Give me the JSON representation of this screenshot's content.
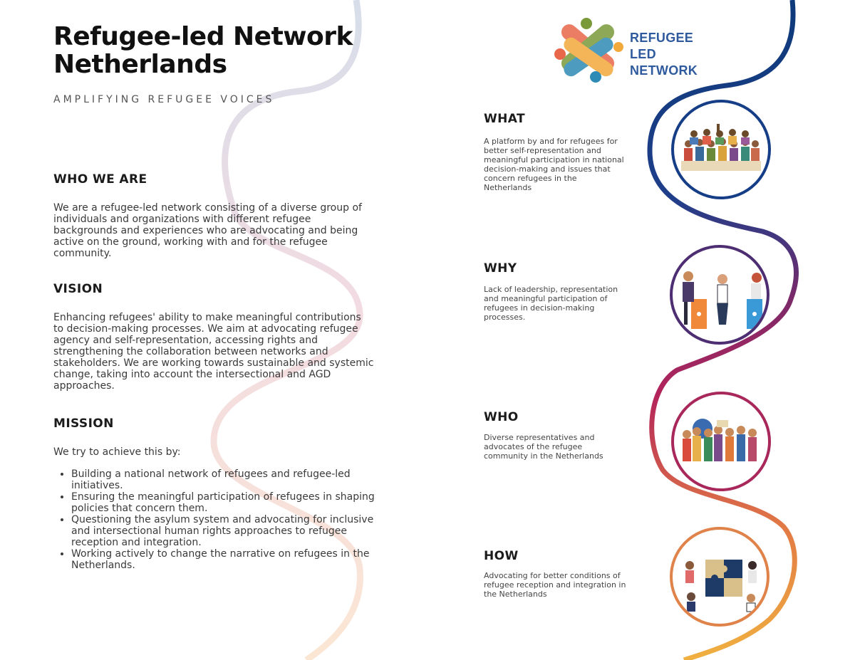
{
  "header": {
    "title_line1": "Refugee-led Network",
    "title_line2": "Netherlands",
    "subtitle": "AMPLIFYING REFUGEE VOICES"
  },
  "who_we_are": {
    "heading": "WHO WE ARE",
    "text": "We are a refugee-led network consisting of a diverse group of individuals and organizations with different refugee backgrounds and experiences who are advocating and being active on the ground, working with and for the refugee community."
  },
  "vision": {
    "heading": "VISION",
    "text": "Enhancing refugees' ability to make meaningful contributions to decision-making processes. We aim at advocating refugee agency and self-representation, accessing rights and strengthening the collaboration between networks and stakeholders. We are working towards sustainable and systemic change, taking into account the intersectional and AGD approaches."
  },
  "mission": {
    "heading": "MISSION",
    "intro": "We try to achieve this by:",
    "items": [
      "Building a national network of refugees and refugee-led initiatives.",
      "Ensuring the meaningful participation of refugees in shaping policies that concern them.",
      "Questioning the asylum system and advocating for inclusive and intersectional human rights approaches to refugee reception and integration.",
      "Working actively to change the narrative on refugees in the Netherlands."
    ]
  },
  "logo": {
    "line1": "REFUGEE",
    "line2": "LED",
    "line3": "NETWORK",
    "colors": [
      "#e8674a",
      "#7a9a3a",
      "#f2a93b",
      "#2e8bb5",
      "#8a4a7a"
    ]
  },
  "pillars": [
    {
      "heading": "WHAT",
      "text": "A platform by and for refugees for better self-representation and meaningful participation in national decision-making and issues that concern refugees in the Netherlands",
      "icon": "audience-illustration-icon"
    },
    {
      "heading": "WHY",
      "text": "Lack of leadership, representation and meaningful participation of refugees in decision-making processes.",
      "icon": "debate-illustration-icon"
    },
    {
      "heading": "WHO",
      "text": "Diverse representatives and advocates of the refugee community in the Netherlands",
      "icon": "crowd-illustration-icon"
    },
    {
      "heading": "HOW",
      "text": "Advocating for better conditions of refugee reception and integration in the Netherlands",
      "icon": "puzzle-illustration-icon"
    }
  ],
  "colors": {
    "wave_top": "#0d3a7a",
    "wave_mid": "#b3245a",
    "wave_bottom": "#f0b040",
    "text_dark": "#111111"
  }
}
